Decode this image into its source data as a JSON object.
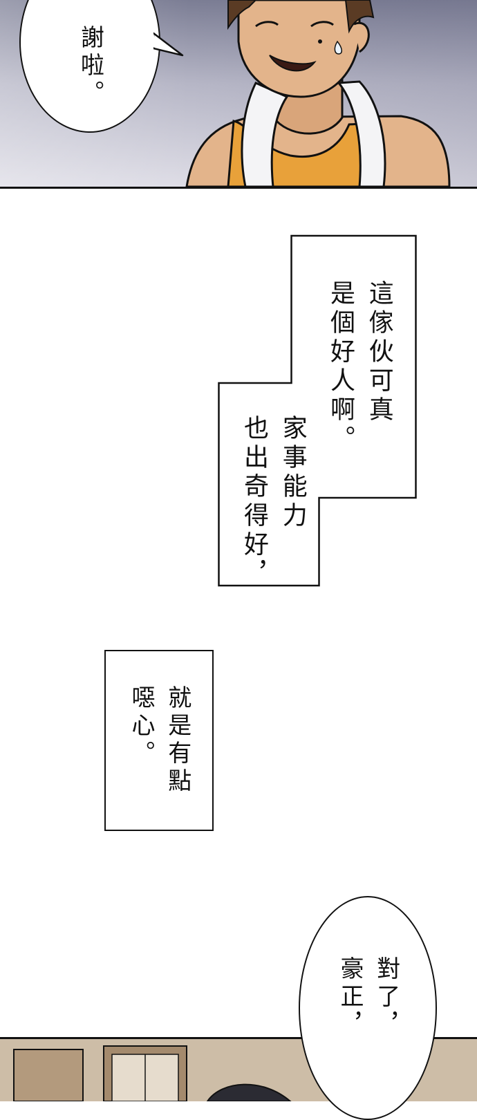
{
  "panels": {
    "top": {
      "bubble_text": "謝啦。"
    },
    "middle": {
      "narration_1": "這傢伙可真\n是個好人啊。",
      "narration_2": "家事能力\n也出奇得好，",
      "narration_3": "就是有點\n噁心。"
    },
    "bottom": {
      "bubble_text": "對了，\n豪正，"
    }
  },
  "colors": {
    "tank_top": "#e8a13a",
    "skin": "#e3b48b",
    "hair": "#5a3b24",
    "towel": "#f4f4f6",
    "ink": "#111111"
  }
}
